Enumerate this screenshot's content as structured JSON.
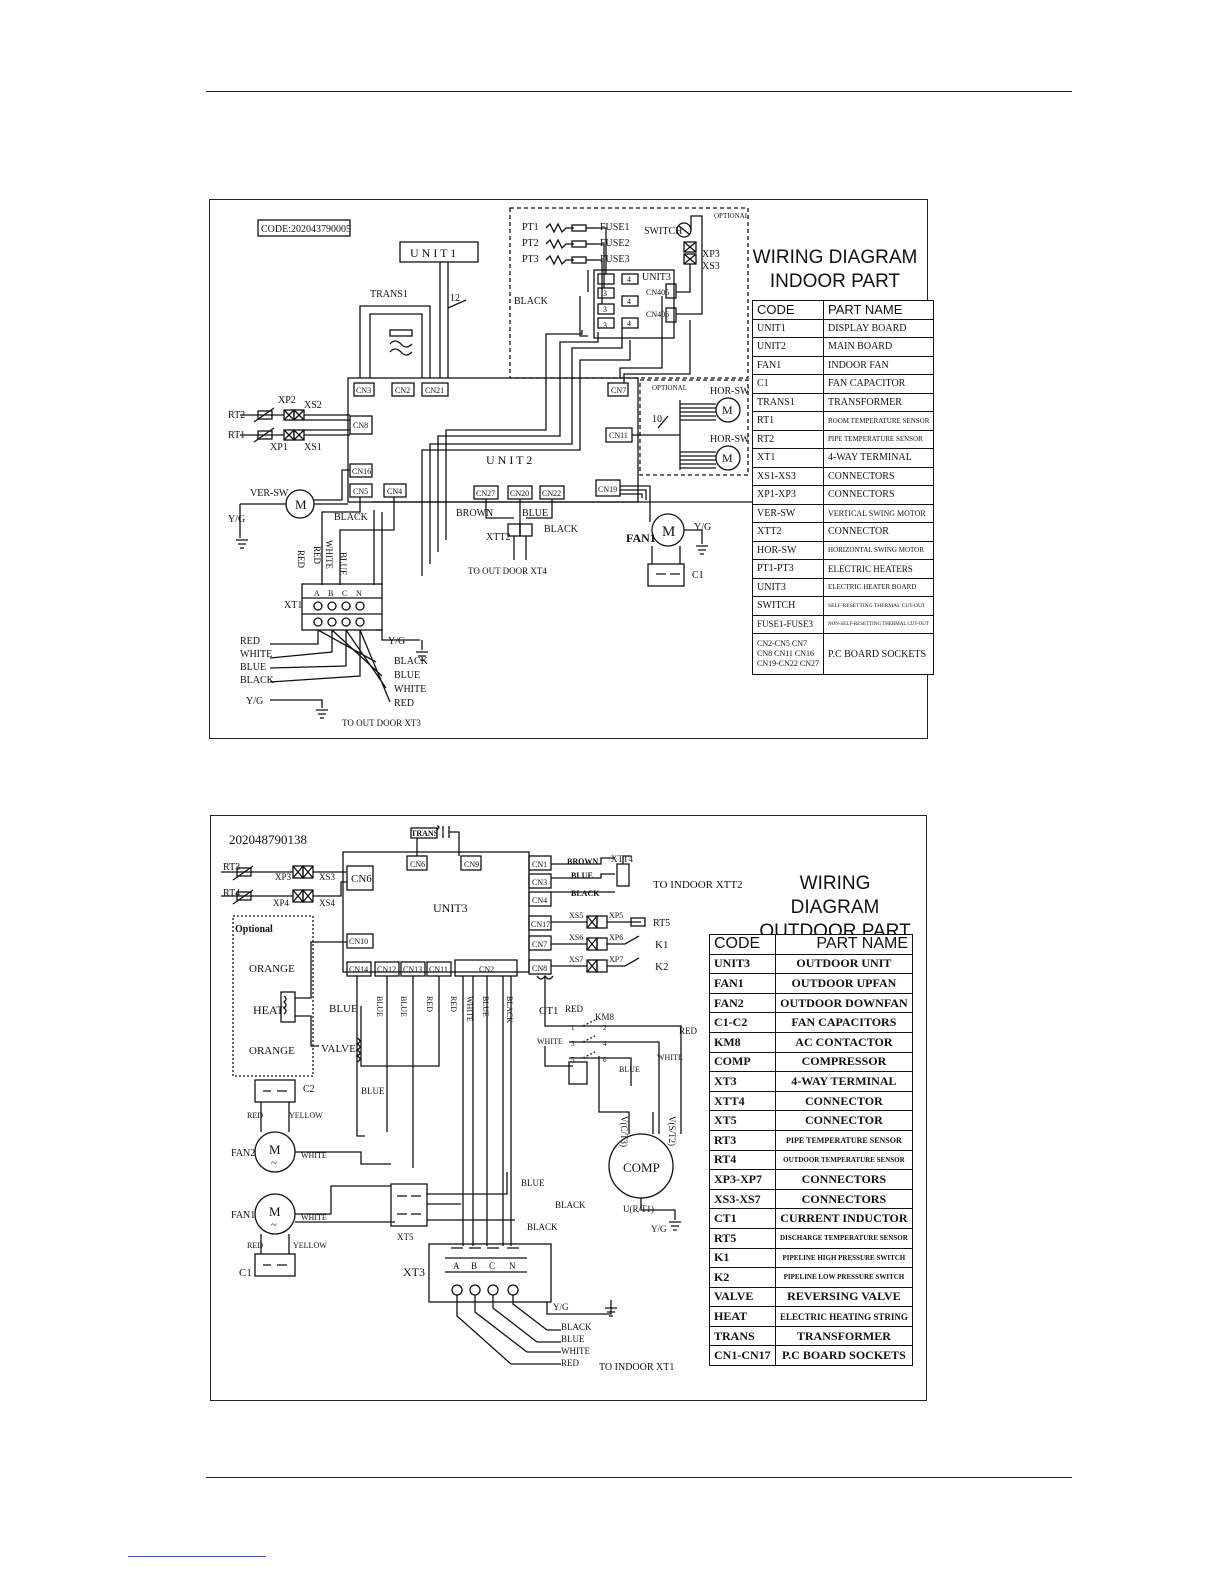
{
  "indoor": {
    "code_label": "CODE:202043790005",
    "title_line1": "WIRING DIAGRAM",
    "title_line2": "INDOOR PART",
    "table_header": {
      "code": "CODE",
      "name": "PART NAME"
    },
    "parts": [
      {
        "code": "UNIT1",
        "name": "DISPLAY BOARD"
      },
      {
        "code": "UNIT2",
        "name": "MAIN BOARD"
      },
      {
        "code": "FAN1",
        "name": "INDOOR FAN"
      },
      {
        "code": "C1",
        "name": "FAN CAPACITOR"
      },
      {
        "code": "TRANS1",
        "name": "TRANSFORMER"
      },
      {
        "code": "RT1",
        "name": "ROOM TEMPERATURE SENSOR"
      },
      {
        "code": "RT2",
        "name": "PIPE TEMPERATURE SENSOR"
      },
      {
        "code": "XT1",
        "name": "4-WAY TERMINAL"
      },
      {
        "code": "XS1-XS3",
        "name": "CONNECTORS"
      },
      {
        "code": "XP1-XP3",
        "name": "CONNECTORS"
      },
      {
        "code": "VER-SW",
        "name": "VERTICAL SWING MOTOR"
      },
      {
        "code": "XTT2",
        "name": "CONNECTOR"
      },
      {
        "code": "HOR-SW",
        "name": "HORIZONTAL SWING MOTOR"
      },
      {
        "code": "PT1-PT3",
        "name": "ELECTRIC HEATERS"
      },
      {
        "code": "UNIT3",
        "name": "ELECTRIC HEATER BOARD"
      },
      {
        "code": "SWITCH",
        "name": "SELF-RESETTING THERMAL CUT-OUT"
      },
      {
        "code": "FUSE1-FUSE3",
        "name": "NON-SELF-RESETTING THERMAL CUT-OUT"
      }
    ],
    "last_row": {
      "code_l1": "CN2-CN5 CN7",
      "code_l2": "CN8 CN11 CN16",
      "code_l3": "CN19-CN22 CN27",
      "name": "P.C BOARD SOCKETS"
    },
    "labels": {
      "unit1": "U N I T 1",
      "unit2": "U N I T 2",
      "unit3": "UNIT3",
      "trans1": "TRANS1",
      "w12": "12",
      "w10": "10",
      "pt1": "PT1",
      "pt2": "PT2",
      "pt3": "PT3",
      "fuse1": "FUSE1",
      "fuse2": "FUSE2",
      "fuse3": "FUSE3",
      "switch": "SWITCH",
      "optional": "OPTIONAL",
      "xp3": "XP3",
      "xs3": "XS3",
      "cn405": "CN405",
      "cn406": "CN406",
      "n3": "3",
      "n4": "4",
      "cn3": "CN3",
      "cn2": "CN2",
      "cn21": "CN21",
      "cn7": "CN7",
      "cn8": "CN8",
      "cn11": "CN11",
      "cn16": "CN16",
      "cn5": "CN5",
      "cn4": "CN4",
      "cn27": "CN27",
      "cn20": "CN20",
      "cn22": "CN22",
      "cn19": "CN19",
      "xp2": "XP2",
      "xs2": "XS2",
      "rt2": "RT2",
      "rt1": "RT1",
      "xp1": "XP1",
      "xs1": "XS1",
      "versw": "VER-SW",
      "horsw": "HOR-SW",
      "m": "M",
      "yg": "Y/G",
      "black": "BLACK",
      "brown": "BROWN",
      "blue": "BLUE",
      "red": "RED",
      "white": "WHITE",
      "xtt2": "XTT2",
      "xt1": "XT1",
      "fan1": "FAN1",
      "c1": "C1",
      "a": "A",
      "b": "B",
      "c": "C",
      "n": "N",
      "to_outdoor_xt4": "TO OUT DOOR   XT4",
      "to_outdoor_xt3": "TO OUT DOOR   XT3"
    }
  },
  "outdoor": {
    "code_label": "202048790138",
    "title_line1": "WIRING DIAGRAM",
    "title_line2": "OUTDOOR PART",
    "table_header": {
      "code": "CODE",
      "name": "PART NAME"
    },
    "parts": [
      {
        "code": "UNIT3",
        "name": "OUTDOOR UNIT"
      },
      {
        "code": "FAN1",
        "name": "OUTDOOR UPFAN"
      },
      {
        "code": "FAN2",
        "name": "OUTDOOR DOWNFAN"
      },
      {
        "code": "C1-C2",
        "name": "FAN CAPACITORS"
      },
      {
        "code": "KM8",
        "name": "AC CONTACTOR"
      },
      {
        "code": "COMP",
        "name": "COMPRESSOR"
      },
      {
        "code": "XT3",
        "name": "4-WAY TERMINAL"
      },
      {
        "code": "XTT4",
        "name": "CONNECTOR"
      },
      {
        "code": "XT5",
        "name": "CONNECTOR"
      },
      {
        "code": "RT3",
        "name": "PIPE TEMPERATURE SENSOR"
      },
      {
        "code": "RT4",
        "name": "OUTDOOR TEMPERATURE SENSOR"
      },
      {
        "code": "XP3-XP7",
        "name": "CONNECTORS"
      },
      {
        "code": "XS3-XS7",
        "name": "CONNECTORS"
      },
      {
        "code": "CT1",
        "name": "CURRENT INDUCTOR"
      },
      {
        "code": "RT5",
        "name": "DISCHARGE TEMPERATURE SENSOR"
      },
      {
        "code": "K1",
        "name": "PIPELINE HIGH PRESSURE SWITCH"
      },
      {
        "code": "K2",
        "name": "PIPELINE LOW PRESSURE SWITCH"
      },
      {
        "code": "VALVE",
        "name": "REVERSING VALVE"
      },
      {
        "code": "HEAT",
        "name": "ELECTRIC HEATING STRING"
      },
      {
        "code": "TRANS",
        "name": "TRANSFORMER"
      },
      {
        "code": "CN1-CN17",
        "name": "P.C BOARD SOCKETS"
      }
    ],
    "labels": {
      "unit3": "UNIT3",
      "trans": "TRANS",
      "cn6": "CN6",
      "cn9": "CN9",
      "cn1": "CN1",
      "cn3": "CN3",
      "cn4": "CN4",
      "cn17": "CN17",
      "cn7": "CN7",
      "cn8": "CN8",
      "cn10": "CN10",
      "cn14": "CN14",
      "cn12": "CN12",
      "cn13": "CN13",
      "cn11": "CN11",
      "cn2": "CN2",
      "rt3": "RT3",
      "rt4": "RT4",
      "rt5": "RT5",
      "xp3": "XP3",
      "xs3": "XS3",
      "xp4": "XP4",
      "xs4": "XS4",
      "xs5": "XS5",
      "xp5": "XP5",
      "xs6": "XS6",
      "xp6": "XP6",
      "xs7": "XS7",
      "xp7": "XP7",
      "k1": "K1",
      "k2": "K2",
      "xtt4": "XTT4",
      "to_indoor_xtt2": "TO INDOOR XTT2",
      "optional": "Optional",
      "orange": "ORANGE",
      "heat": "HEAT",
      "valve": "VALVE",
      "ct1": "CT1",
      "km8": "KM8",
      "blue": "BLUE",
      "red": "RED",
      "white": "WHITE",
      "black": "BLACK",
      "brown": "BROWN",
      "yellow": "YELLOW",
      "c2": "C2",
      "c1": "C1",
      "fan2": "FAN2",
      "fan1": "FAN1",
      "m": "M",
      "tilde": "~",
      "xt5": "XT5",
      "xt3": "XT3",
      "comp": "COMP",
      "vct3": "V(C/T3)",
      "vst2": "V(S/T2)",
      "urt1": "U(R/T1)",
      "yg": "Y/G",
      "a": "A",
      "b": "B",
      "c": "C",
      "n": "N",
      "n1": "1",
      "n2": "2",
      "n3": "3",
      "n4": "4",
      "n5": "5",
      "n6": "6",
      "to_indoor_xt1": "TO INDOOR   XT1"
    }
  }
}
